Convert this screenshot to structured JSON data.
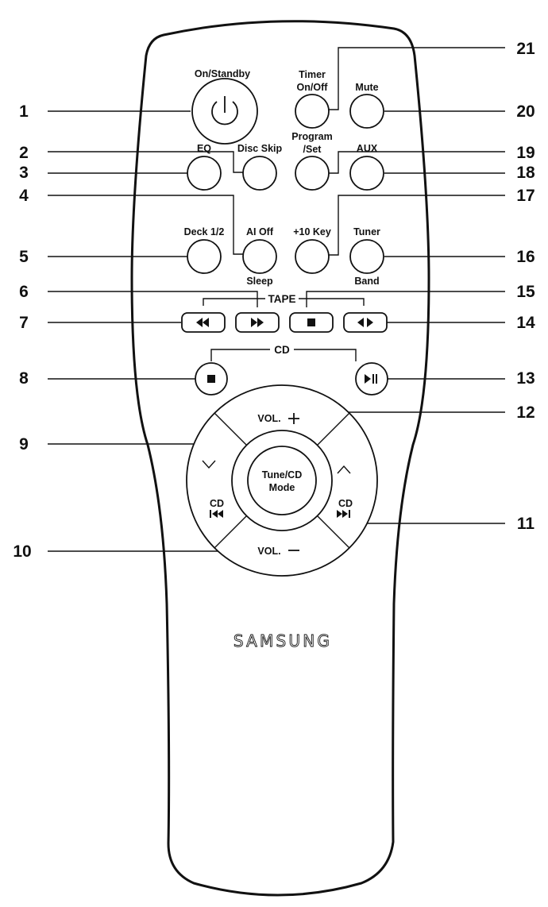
{
  "brand": "SAMSUNG",
  "buttons": {
    "on_standby": "On/Standby",
    "timer_line1": "Timer",
    "timer_line2": "On/Off",
    "mute": "Mute",
    "eq": "EQ",
    "disc_skip": "Disc Skip",
    "program_line1": "Program",
    "program_line2": "/Set",
    "aux": "AUX",
    "deck": "Deck 1/2",
    "ai_off": "AI Off",
    "sleep": "Sleep",
    "plus10": "+10 Key",
    "tuner": "Tuner",
    "band": "Band",
    "vol_up": "VOL.",
    "vol_down": "VOL.",
    "cd_left": "CD",
    "cd_right": "CD",
    "tune_line1": "Tune/CD",
    "tune_line2": "Mode"
  },
  "sections": {
    "tape": "TAPE",
    "cd": "CD"
  },
  "callouts": [
    "1",
    "2",
    "3",
    "4",
    "5",
    "6",
    "7",
    "8",
    "9",
    "10",
    "11",
    "12",
    "13",
    "14",
    "15",
    "16",
    "17",
    "18",
    "19",
    "20",
    "21"
  ],
  "colors": {
    "outline": "#111111",
    "background": "#ffffff"
  },
  "icons": {
    "power": "power-icon",
    "rewind": "rewind-icon",
    "fast_forward": "fast-forward-icon",
    "stop": "stop-icon",
    "reverse_play": "reverse-play-icon",
    "play_pause": "play-pause-icon",
    "skip_back": "skip-back-icon",
    "skip_forward": "skip-forward-icon"
  }
}
